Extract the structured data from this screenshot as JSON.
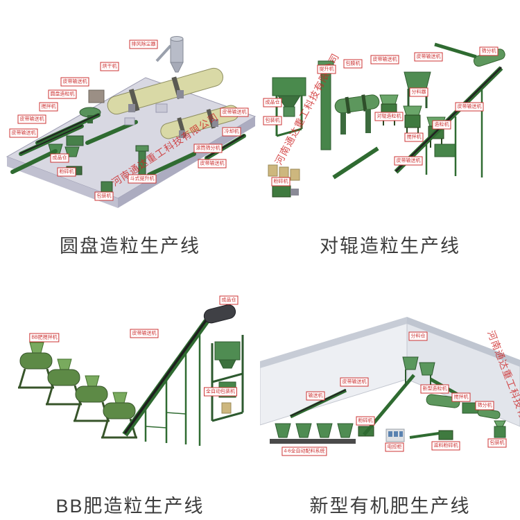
{
  "watermark": {
    "text": "河南通达重工科技有限公司",
    "color": "#cc2222"
  },
  "colors": {
    "label_red": "#cc3333",
    "machine_green": "#47854a",
    "drum_khaki": "#d9d9a6",
    "platform_gray": "#d8d8e2",
    "caption_gray": "#3c3c3c"
  },
  "panels": [
    {
      "id": "disc-granulation-line",
      "caption": "圆盘造粒生产线",
      "labels": [
        "排风除尘器",
        "烘干机",
        "皮带输送机",
        "圆盘造粒机",
        "搅拌机",
        "皮带输送机",
        "皮带输送机",
        "成品仓",
        "粉碎机",
        "斗式提升机",
        "包装机",
        "皮带输送机",
        "冷却机",
        "滚筒筛分机",
        "皮带输送机"
      ]
    },
    {
      "id": "roller-granulation-line",
      "caption": "对辊造粒生产线",
      "labels": [
        "成品仓",
        "包装机",
        "提升机",
        "包膜机",
        "皮带输送机",
        "皮带输送机",
        "筛分机",
        "分料器",
        "对辊造粒机",
        "造粒机",
        "搅拌机",
        "皮带输送机",
        "粉碎机",
        "皮带输送机"
      ]
    },
    {
      "id": "bb-fertilizer-line",
      "caption": "BB肥造粒生产线",
      "labels": [
        "BB肥搅拌机",
        "皮带输送机",
        "成品仓",
        "全自动包装机"
      ]
    },
    {
      "id": "organic-fertilizer-line",
      "caption": "新型有机肥生产线",
      "labels": [
        "分料仓",
        "输送机",
        "皮带输送机",
        "粉碎机",
        "新型造粒机",
        "搅拌机",
        "筛分机",
        "包装机",
        "返料粉碎机",
        "电控柜",
        "4-6全自动配料系统"
      ]
    }
  ]
}
